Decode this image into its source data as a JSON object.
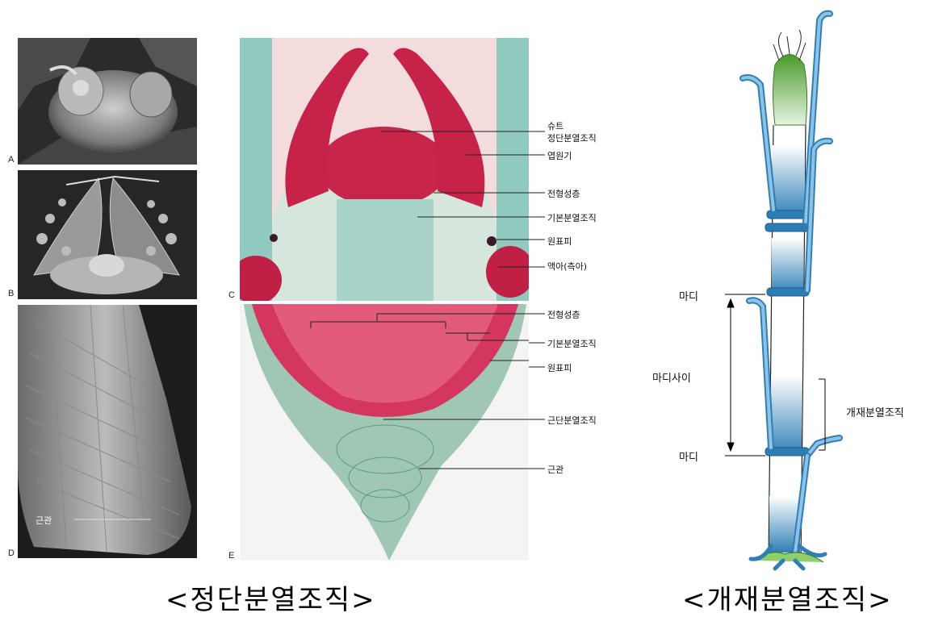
{
  "left_figure": {
    "panel_labels": [
      "A",
      "B",
      "C",
      "D",
      "E"
    ],
    "panel_c_labels": [
      "슈트",
      "정단분열조직",
      "엽원기",
      "전형성층",
      "기본분열조직",
      "원표피",
      "액아(측아)"
    ],
    "panel_e_labels": [
      "전형성층",
      "기본분열조직",
      "원표피",
      "근단분열조직",
      "근관"
    ],
    "panel_d_label": "근관",
    "caption": "<정단분열조직>"
  },
  "right_figure": {
    "node_top": "마디",
    "internode": "마디사이",
    "node_bottom": "마디",
    "intercalary": "개재분열조직",
    "caption": "<개재분열조직>"
  },
  "colors": {
    "stain_red": "#c8204a",
    "stain_teal": "#2e9a9a",
    "stem_blue": "#2f7fb5",
    "leaf_green": "#5aa83a"
  }
}
